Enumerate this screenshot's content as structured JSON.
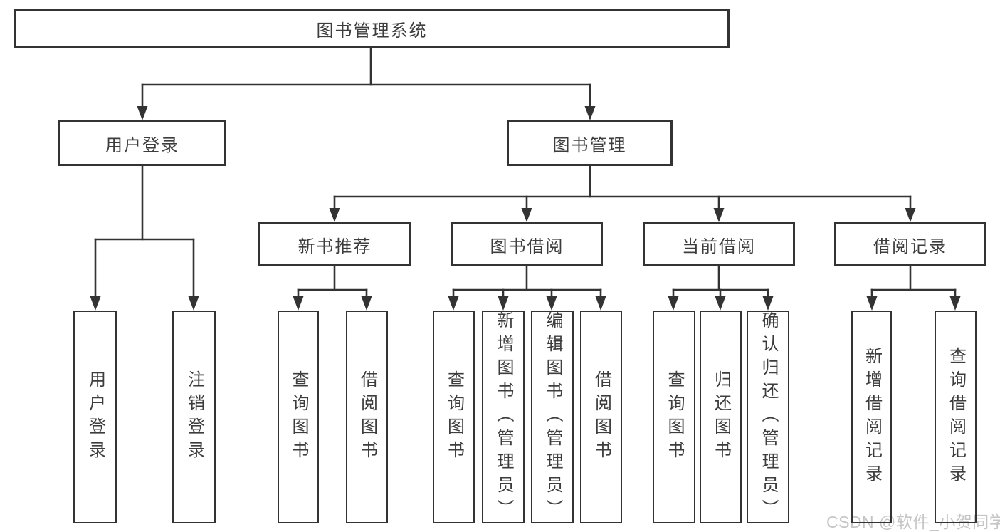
{
  "diagram": {
    "type": "tree",
    "root": {
      "label": "图书管理系统",
      "children": [
        {
          "label": "用户登录",
          "children": [
            {
              "label": "用户登录"
            },
            {
              "label": "注销登录"
            }
          ]
        },
        {
          "label": "图书管理",
          "children": [
            {
              "label": "新书推荐",
              "children": [
                {
                  "label": "查询图书"
                },
                {
                  "label": "借阅图书"
                }
              ]
            },
            {
              "label": "图书借阅",
              "children": [
                {
                  "label": "查询图书"
                },
                {
                  "label": "新增图书（管理员）"
                },
                {
                  "label": "编辑图书（管理员）"
                },
                {
                  "label": "借阅图书"
                }
              ]
            },
            {
              "label": "当前借阅",
              "children": [
                {
                  "label": "查询图书"
                },
                {
                  "label": "归还图书"
                },
                {
                  "label": "确认归还（管理员）"
                }
              ]
            },
            {
              "label": "借阅记录",
              "children": [
                {
                  "label": "新增借阅记录"
                },
                {
                  "label": "查询借阅记录"
                }
              ]
            }
          ]
        }
      ]
    }
  },
  "watermark": {
    "text": "CSDN @软件_小贺同学"
  },
  "colors": {
    "line": "#333333",
    "text": "#3d3d3d",
    "watermark": "#c5c5c5",
    "background": "#ffffff"
  }
}
